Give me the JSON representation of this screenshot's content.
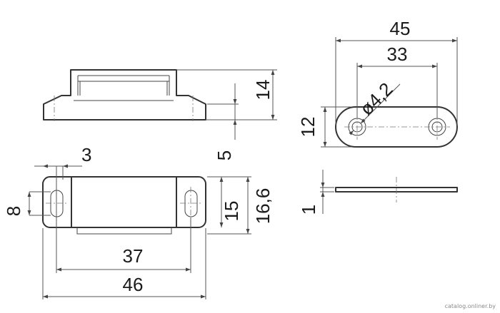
{
  "dimensions": {
    "d45": "45",
    "d33": "33",
    "d4_2": "ø4,2",
    "d12": "12",
    "d14": "14",
    "d5": "5",
    "d3": "3",
    "d8": "8",
    "d15": "15",
    "d16_6": "16,6",
    "d1": "1",
    "d37": "37",
    "d46": "46"
  },
  "watermark": "catalog.onliner.by"
}
